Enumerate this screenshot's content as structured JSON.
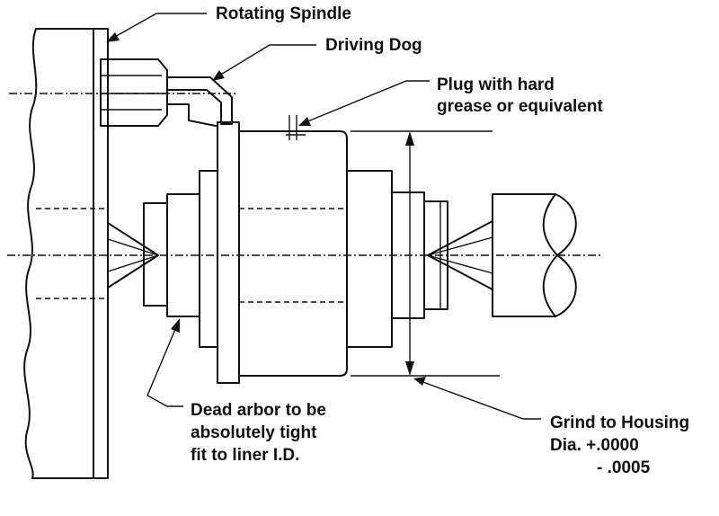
{
  "labels": {
    "rotating_spindle": "Rotating Spindle",
    "driving_dog": "Driving Dog",
    "plug_line1": "Plug with hard",
    "plug_line2": "grease or equivalent",
    "arbor_line1": "Dead arbor to be",
    "arbor_line2": "absolutely tight",
    "arbor_line3": "fit to liner I.D.",
    "grind_line1": "Grind to Housing",
    "grind_line2": "Dia. +.0000",
    "grind_line3": "- .0005"
  },
  "colors": {
    "ink": "#111111",
    "paper": "#ffffff"
  }
}
